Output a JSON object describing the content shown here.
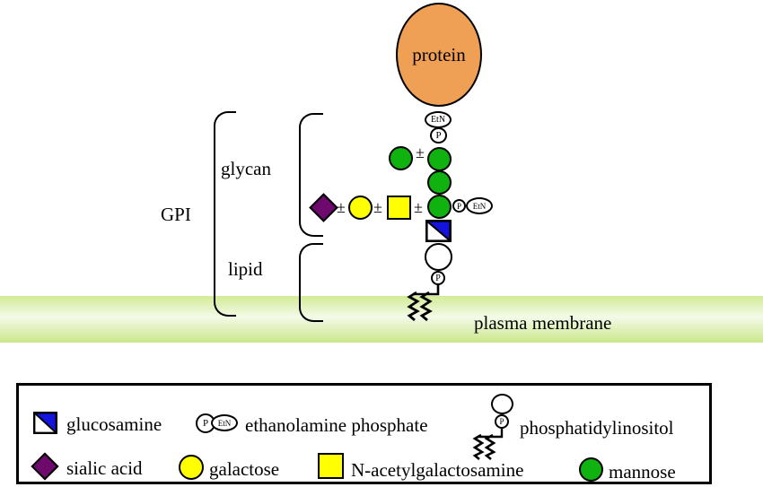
{
  "diagram": {
    "protein_label": "protein",
    "etn_label": "EtN",
    "p_label": "P",
    "plus_minus": "±",
    "gpi_label": "GPI",
    "glycan_label": "glycan",
    "lipid_label": "lipid",
    "membrane_label": "plasma membrane"
  },
  "colors": {
    "protein": "#F0A055",
    "mannose": "#10B210",
    "galactose": "#FFFF00",
    "sialic_acid": "#6E096E",
    "glucosamine_blue": "#1414DC",
    "membrane_top": "#d2eb96",
    "membrane_mid": "#f4fae8",
    "membrane_bottom": "#cbe78b"
  },
  "legend": {
    "items": [
      {
        "label": "glucosamine"
      },
      {
        "label": "ethanolamine phosphate"
      },
      {
        "label": "phosphatidylinositol"
      },
      {
        "label": "sialic acid"
      },
      {
        "label": "galactose"
      },
      {
        "label": "N-acetylgalactosamine"
      },
      {
        "label": "mannose"
      }
    ]
  }
}
